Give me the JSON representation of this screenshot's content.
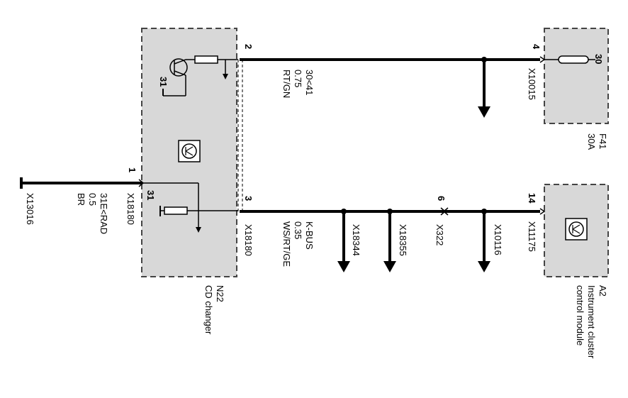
{
  "components": {
    "cd_changer": {
      "id": "N22",
      "name": "CD changer"
    },
    "instrument_cluster": {
      "id": "A2",
      "name_line1": "Instrument cluster",
      "name_line2": "control module"
    },
    "fuse": {
      "id": "F41",
      "rating": "30A",
      "terminal": "30"
    }
  },
  "pins": {
    "pin2": "2",
    "pin4": "4",
    "pin1": "1",
    "pin3": "3",
    "pin6": "6",
    "pin14": "14",
    "ground_internal_top": "31",
    "ground_internal_bottom": "31"
  },
  "connectors": {
    "x10015": "X10015",
    "x18180_top": "X18180",
    "x13016": "X13016",
    "x18180_bottom": "X18180",
    "x18344": "X18344",
    "x18355": "X18355",
    "x322": "X322",
    "x10116": "X10116",
    "x11175": "X11175"
  },
  "wires": {
    "power": {
      "circuit": "30<41",
      "gauge": "0.75",
      "color": "RT/GN"
    },
    "ground": {
      "circuit": "31E<RAD",
      "gauge": "0.5",
      "color": "BR"
    },
    "kbus": {
      "circuit": "K-BUS",
      "gauge": "0.35",
      "color": "WS/RT/GE"
    }
  },
  "colors": {
    "box_fill": "#d8d8d8",
    "line": "#000000"
  }
}
